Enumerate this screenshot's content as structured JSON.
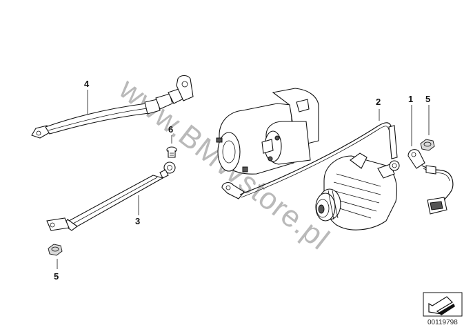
{
  "watermark": "www.BMWstore.pl",
  "diagram_code": "00119798",
  "callouts": {
    "c1": "1",
    "c2": "2",
    "c3": "3",
    "c4": "4",
    "c5a": "5",
    "c5b": "5",
    "c6": "6"
  }
}
